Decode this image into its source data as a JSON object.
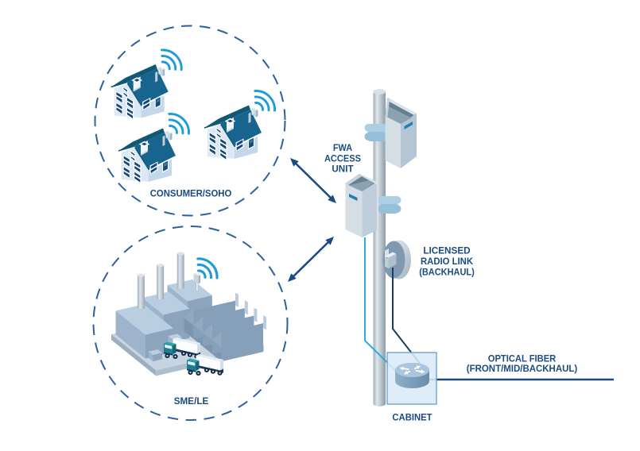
{
  "page": {
    "type": "network-architecture-diagram",
    "title": "FWA fixed wireless access network diagram",
    "background": "#FFFFFF"
  },
  "labels": {
    "consumer_zone": "CONSUMER/SOHO",
    "sme_zone": "SME/LE",
    "fwa_unit": [
      "FWA",
      "ACCESS",
      "UNIT"
    ],
    "radio_link": [
      "LICENSED",
      "RADIO LINK",
      "(BACKHAUL)"
    ],
    "optical_fiber": [
      "OPTICAL FIBER",
      "(FRONT/MID/BACKHAUL)"
    ],
    "cabinet": "CABINET"
  },
  "zones": [
    {
      "id": "consumer-soho",
      "label": "CONSUMER/SOHO",
      "items": [
        "house-icon",
        "house-icon",
        "house-icon"
      ],
      "connection": "wireless-arrow"
    },
    {
      "id": "sme-le",
      "label": "SME/LE",
      "items": [
        "factory-icon"
      ],
      "connection": "wireless-arrow"
    }
  ],
  "tower": {
    "elements": [
      "fwa-access-unit",
      "fwa-access-unit",
      "licensed-radio-link-dish",
      "cabinet",
      "router"
    ],
    "links": [
      {
        "from": "fwa-access-unit",
        "to": "cabinet",
        "type": "cable",
        "color": "#2FA9DE"
      },
      {
        "from": "licensed-radio-link-dish",
        "to": "cabinet",
        "type": "cable",
        "color": "#1B3C63"
      },
      {
        "from": "cabinet",
        "to": "optical-fiber",
        "type": "fiber-line",
        "color": "#1C4A7D"
      }
    ]
  },
  "icons": {
    "wifi": "wifi-signal-icon",
    "house": "house-icon",
    "factory": "factory-icon",
    "dish": "radio-dish-icon",
    "router": "router-icon"
  },
  "colors": {
    "text": "#1A4B82",
    "dashed_circle": "#2E5F9E",
    "arrow": "#1A4B82",
    "wifi": "#1E9CD8",
    "cable_cyan": "#2FA9DE",
    "cable_navy": "#1B3C63",
    "roof": "#17648E",
    "background": "#FFFFFF"
  }
}
